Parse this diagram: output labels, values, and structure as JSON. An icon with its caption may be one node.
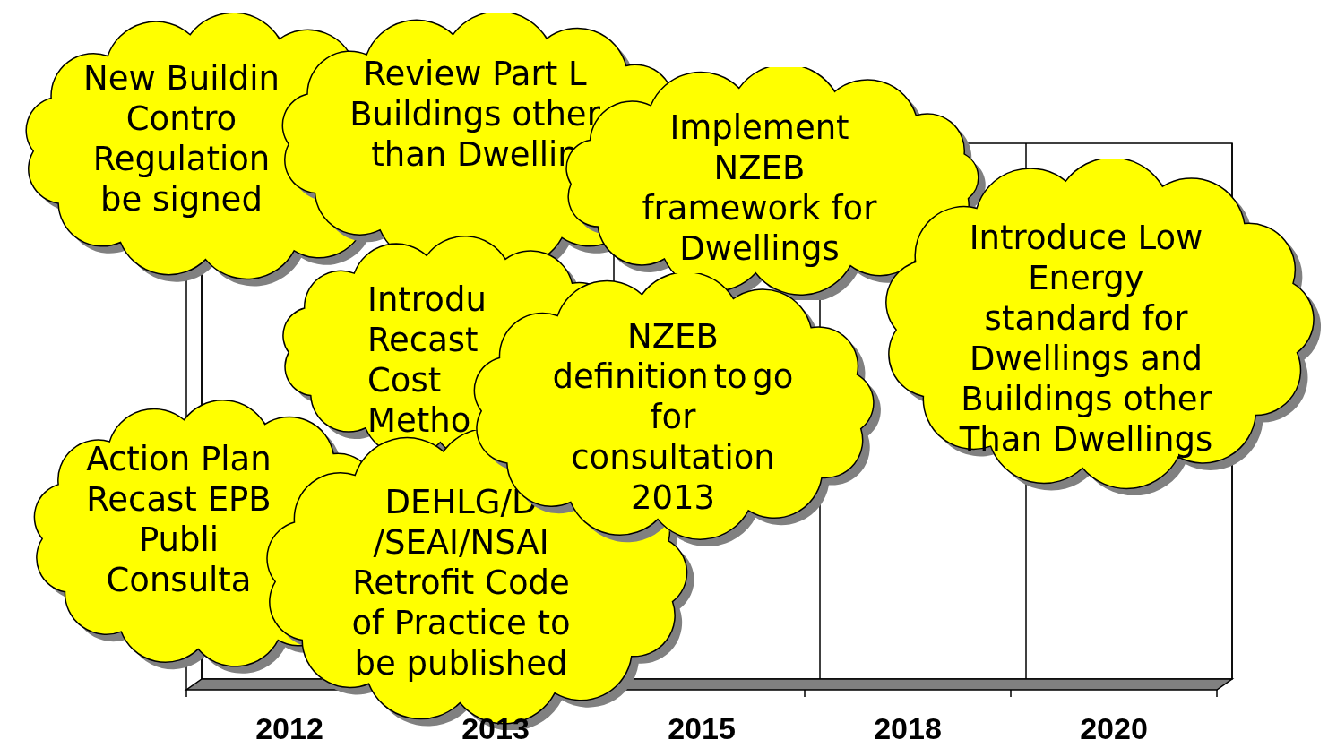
{
  "diagram": {
    "nodes": [
      {
        "text": [
          "New Buildin Contro Regulation be signed"
        ]
      },
      {
        "text": [
          "Review Part L Buildings other than Dwellin"
        ]
      },
      {
        "text": [
          "Implement NZEB framework for Dwellings"
        ]
      },
      {
        "text": [
          "Introduce Low Energy standard for Dwellings and Buildings other Than Dwellings"
        ]
      },
      {
        "text": [
          "Introdu Recast Cost Metho"
        ]
      },
      {
        "text": [
          "NZEB definition to go for consultation 2013"
        ]
      },
      {
        "text": [
          "Action Plan Recast EPB Publi Consulta"
        ]
      },
      {
        "text": [
          "DEHLG/D /SEAI/NSAI Retrofit Code of Practice to be published"
        ]
      }
    ],
    "labels": [
      "2012",
      "2013",
      "2015",
      "2018",
      "2020"
    ]
  }
}
